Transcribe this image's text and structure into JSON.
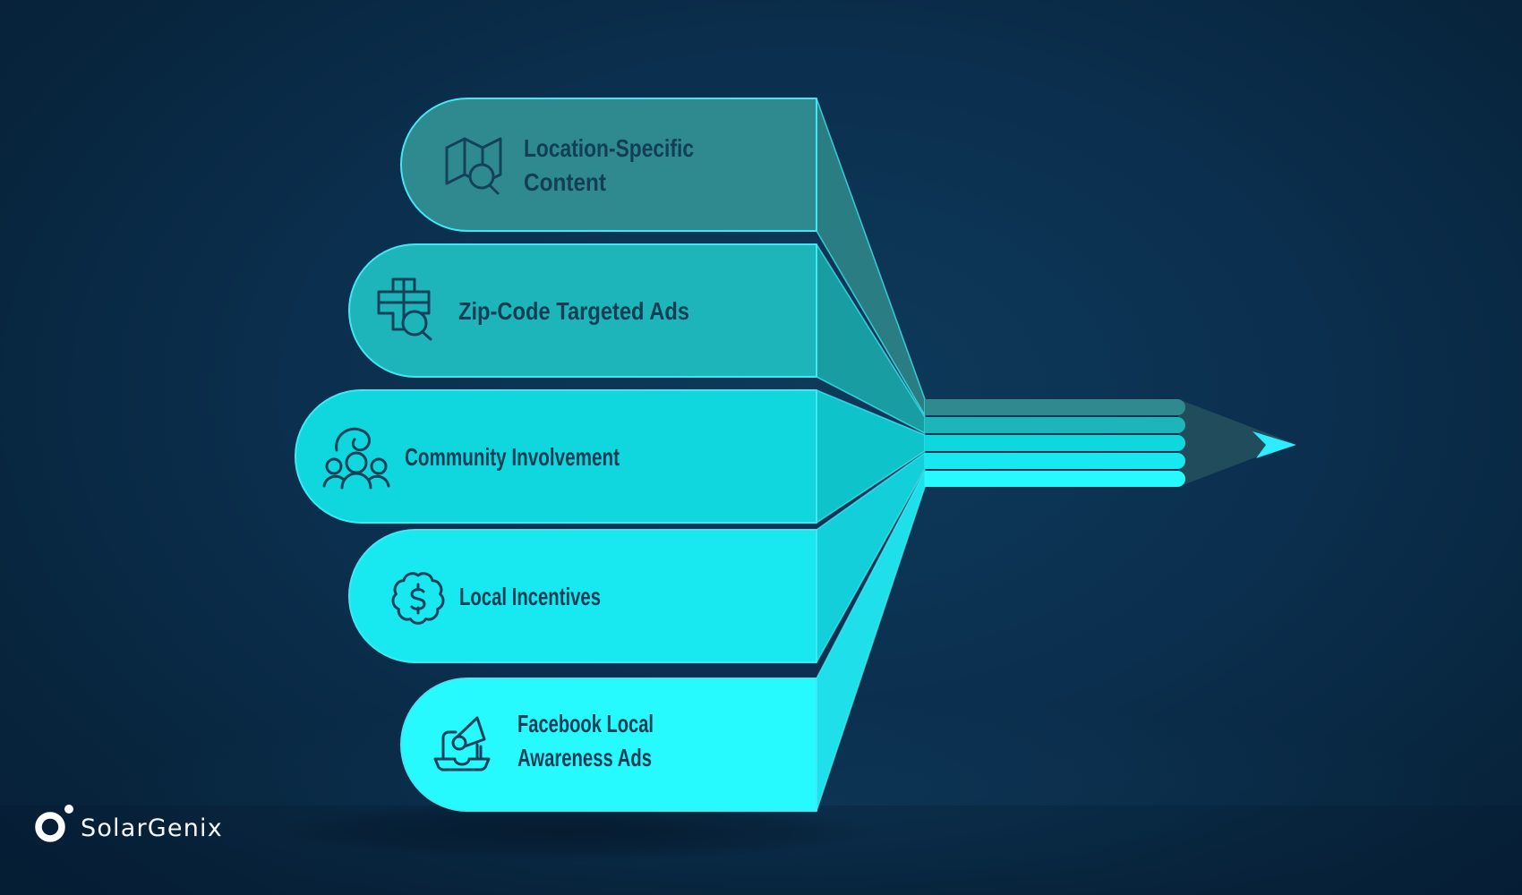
{
  "diagram": {
    "kind": "marketing-funnel-pencil-infographic",
    "item_count": 5
  },
  "banners": [
    {
      "title_line1": "Location-Specific",
      "title_line2": "Content",
      "icon": "map-search-icon",
      "color": "#2e8a8e",
      "fold_color": "#2a7e83"
    },
    {
      "title_line1": "Zip-Code Targeted Ads",
      "title_line2": "",
      "icon": "zip-code-search-icon",
      "color": "#1db5b9",
      "fold_color": "#189da3"
    },
    {
      "title_line1": "Community Involvement",
      "title_line2": "",
      "icon": "community-icon",
      "color": "#10d7dd",
      "fold_color": "#0fc3cb"
    },
    {
      "title_line1": "Local Incentives",
      "title_line2": "",
      "icon": "badge-dollar-icon",
      "color": "#18e9f1",
      "fold_color": "#13cfd9"
    },
    {
      "title_line1": "Facebook Local",
      "title_line2": "Awareness Ads",
      "icon": "laptop-megaphone-icon",
      "color": "#27faff",
      "fold_color": "#1fe0ea"
    }
  ],
  "pencil": {
    "body_color": "#204c5c",
    "tip_color": "#2eebff"
  },
  "colors": {
    "background_center": "#0e3a5b",
    "background_edge": "#061f37",
    "outline": "#3fe9f3",
    "icon_stroke": "#15425a",
    "title_text": "#123f56",
    "logo_text": "#f4f8fa"
  },
  "brand": {
    "name": "SolarGenix"
  }
}
